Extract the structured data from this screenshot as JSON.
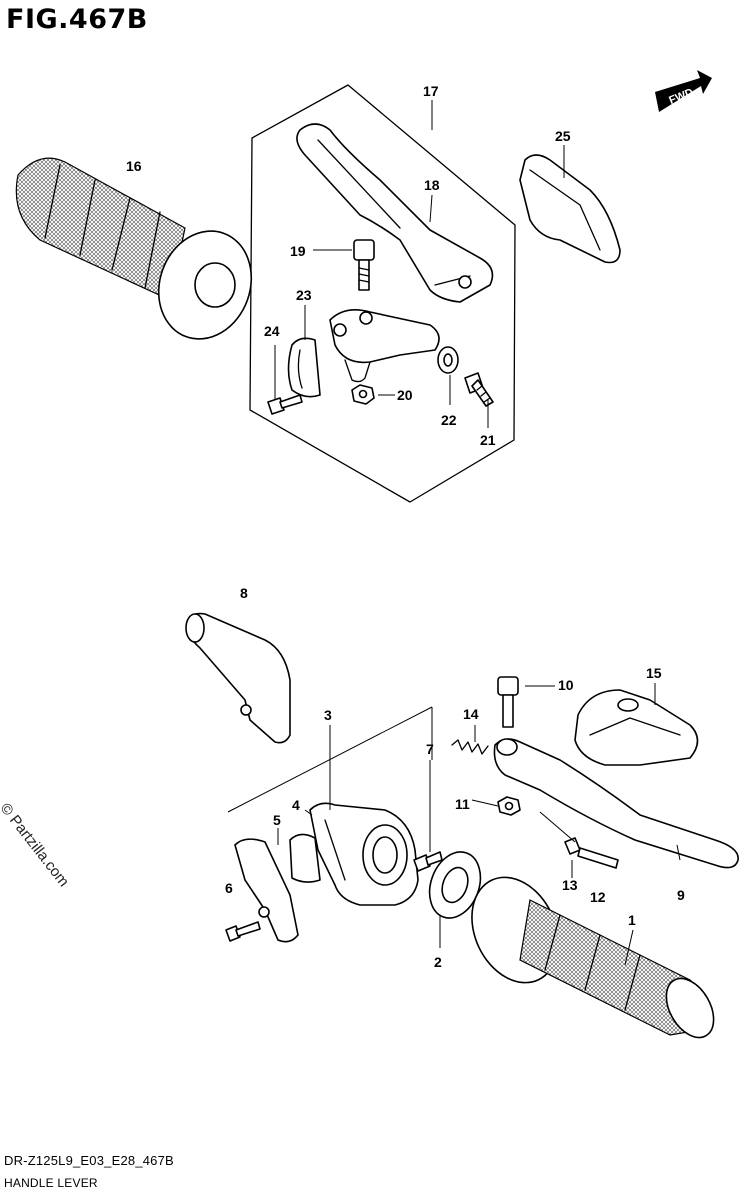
{
  "figure": {
    "title": "FIG.467B",
    "model_code": "DR-Z125L9_E03_E28_467B",
    "name": "HANDLE LEVER",
    "watermark": "© Partzilla.com",
    "direction_label": "FWD"
  },
  "parts": [
    {
      "id": "1"
    },
    {
      "id": "2"
    },
    {
      "id": "3"
    },
    {
      "id": "4"
    },
    {
      "id": "5"
    },
    {
      "id": "6"
    },
    {
      "id": "7"
    },
    {
      "id": "8"
    },
    {
      "id": "9"
    },
    {
      "id": "10"
    },
    {
      "id": "11"
    },
    {
      "id": "12"
    },
    {
      "id": "13"
    },
    {
      "id": "14"
    },
    {
      "id": "15"
    },
    {
      "id": "16"
    },
    {
      "id": "17"
    },
    {
      "id": "18"
    },
    {
      "id": "19"
    },
    {
      "id": "20"
    },
    {
      "id": "21"
    },
    {
      "id": "22"
    },
    {
      "id": "23"
    },
    {
      "id": "24"
    },
    {
      "id": "25"
    }
  ]
}
